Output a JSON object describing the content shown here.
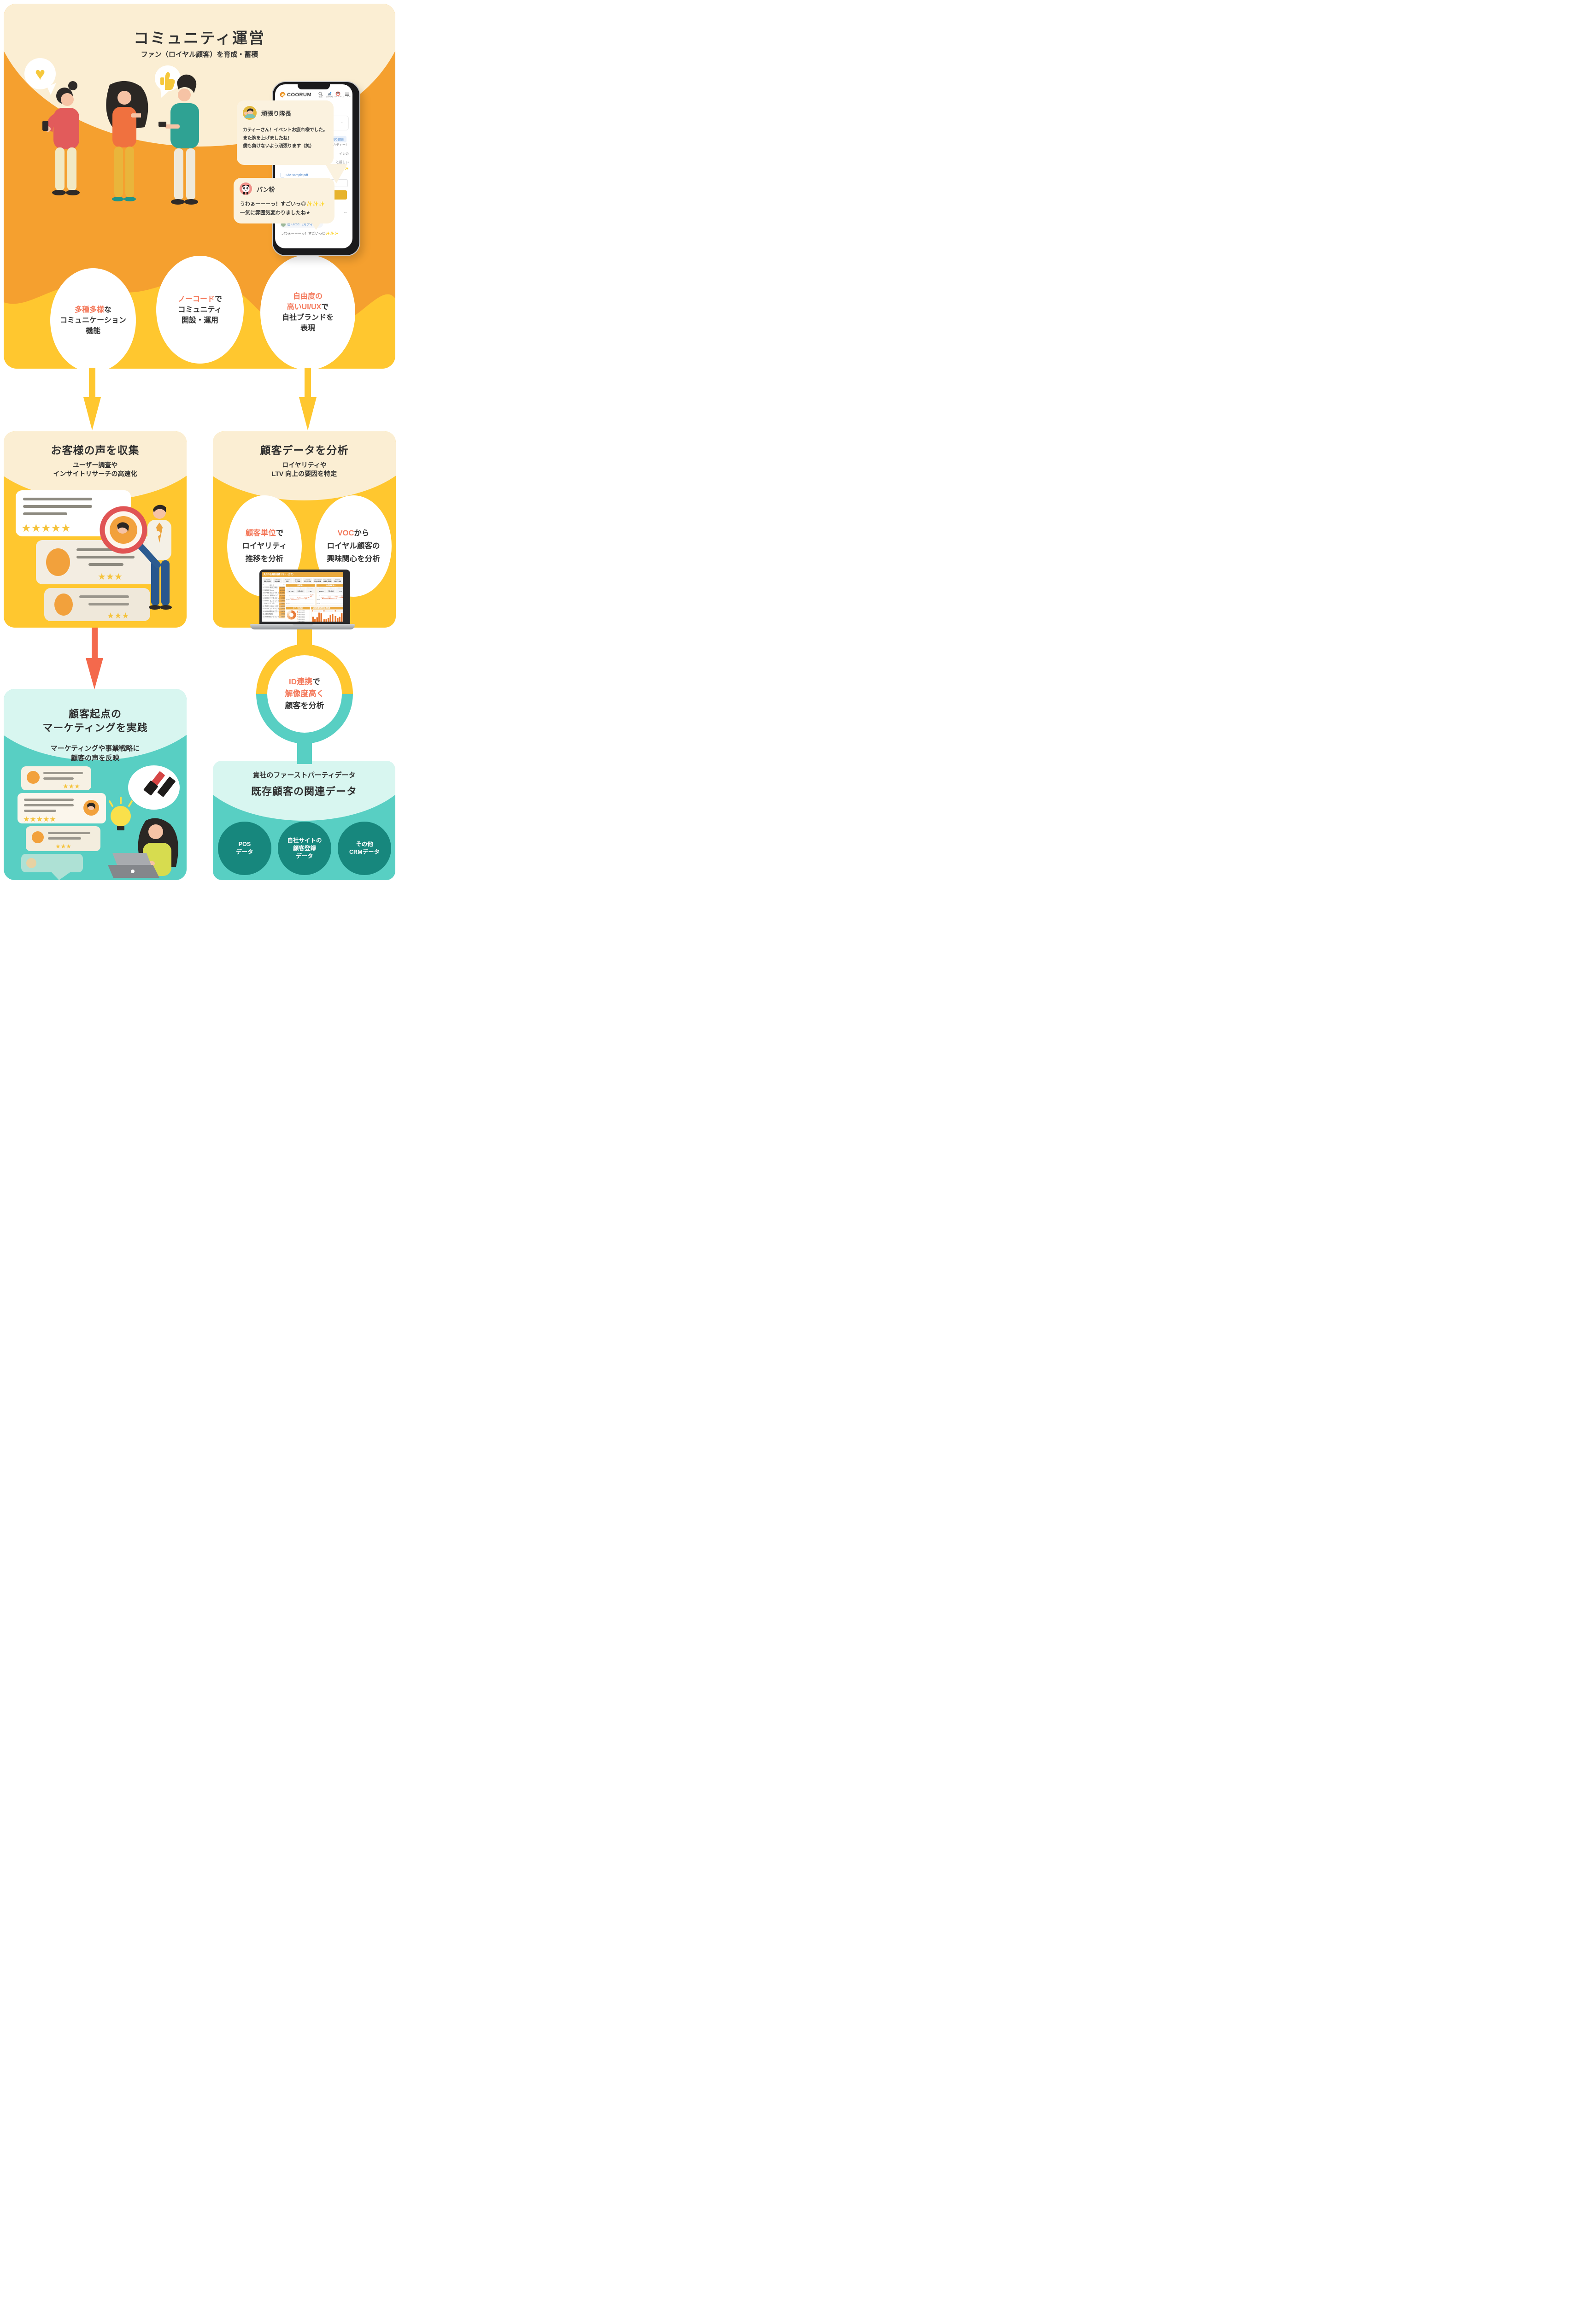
{
  "colors": {
    "orange": "#F5A02F",
    "yellow": "#FFC72F",
    "cream": "#FBEED3",
    "bubble_cream": "#FBF2DF",
    "accent": "#F4795B",
    "teal": "#58CFC3",
    "mint": "#D8F6F0",
    "dark_teal": "#17877D",
    "red_arrow": "#F4694C",
    "dark_text": "#2F2F2F",
    "star": "#F5C33C",
    "dash_orange": "#E9A93E",
    "bar_orange": "#E8772F"
  },
  "top": {
    "title": "コミュニティ運営",
    "subtitle": "ファン（ロイヤル顧客）を育成・蓄積",
    "phone": {
      "logo": "COORUM",
      "nav": [
        {
          "label": "検索"
        },
        {
          "label": "お知らせ"
        },
        {
          "label": "マイページ"
        },
        {
          "label": "メニュー"
        }
      ],
      "replies_count": "3件の返信",
      "replies_sort": "(新着順)",
      "post_author": "Katee（カティー）",
      "more": "…",
      "tag_fragment": "頑張り隊長",
      "fragments": [
        "（カティー）",
        "インの",
        "と嬉しい",
        "です✨✨✨"
      ],
      "file_name": "Site-sample.pdf",
      "like_label": "いいね",
      "mention": "@Katee（カティー）",
      "bottom_text": "うわぁーーーっ！すごいっ😍✨✨✨"
    },
    "bubbles": [
      {
        "name": "頑張り隊長",
        "lines": [
          "カティーさん！イベントお疲れ様でした。",
          "また腕を上げましたね！",
          "僕も負けないよう頑張ります（笑）"
        ]
      },
      {
        "name": "パン粉",
        "lines": [
          "うわぁーーーっ！すごいっ😍✨✨✨",
          "一気に雰囲気変わりましたね★"
        ]
      }
    ],
    "features": [
      {
        "em": "多種多様",
        "plain": "な",
        "line2": "コミュニケーション",
        "line3": "機能"
      },
      {
        "em": "ノーコード",
        "plain": "で",
        "line2": "コミュニティ",
        "line3": "開設・運用"
      },
      {
        "em": "自由度の",
        "em2": "高いUI/UX",
        "plain2": "で",
        "line3": "自社ブランドを",
        "line4": "表現"
      }
    ]
  },
  "collect": {
    "title": "お客様の声を収集",
    "sub1": "ユーザー調査や",
    "sub2": "インサイトリサーチの高速化"
  },
  "analyze": {
    "title": "顧客データを分析",
    "sub1": "ロイヤリティや",
    "sub2": "LTV 向上の要因を特定",
    "circleA": {
      "em": "顧客単位",
      "plain": "で",
      "line2": "ロイヤリティ",
      "line3": "推移を分析"
    },
    "circleB": {
      "em": "VOC",
      "plain": "から",
      "line2": "ロイヤル顧客の",
      "line3": "興味関心を分析"
    }
  },
  "id_circle": {
    "em1": "ID連携",
    "plain1": "で",
    "em2": "解像度高く",
    "line3": "顧客を分析"
  },
  "practice": {
    "title1": "顧客起点の",
    "title2": "マーケティングを実践",
    "sub1": "マーケティングや事業戦略に",
    "sub2": "顧客の声を反映"
  },
  "firstparty": {
    "label": "貴社のファーストパーティデータ",
    "title": "既存顧客の関連データ",
    "items": [
      {
        "lines": [
          "POS",
          "データ"
        ]
      },
      {
        "lines": [
          "自社サイトの",
          "顧客登録",
          "データ"
        ]
      },
      {
        "lines": [
          "その他",
          "CRMデータ"
        ]
      }
    ]
  },
  "dashboard": {
    "header": "先月の会員別指標サマリ（月次）",
    "stats": [
      {
        "label": "合計会員数",
        "value": "50,362"
      },
      {
        "label": "新規会員数",
        "value": "5,693"
      },
      {
        "label": "退会者数",
        "value": "92"
      },
      {
        "label": "総投稿数",
        "value": "7,785"
      },
      {
        "label": "コメント数",
        "value": "22,325"
      },
      {
        "label": "コメント返信数",
        "value": "26,483"
      },
      {
        "label": "総いいね獲得数",
        "value": "632,248"
      },
      {
        "label": "総検索数",
        "value": "16,153"
      }
    ],
    "table": {
      "headers": [
        "id",
        "表示名",
        "総アクション数"
      ],
      "rows": [
        [
          "77777",
          "頑張り隊長",
          "11,042"
        ],
        [
          "12061",
          "Momo",
          "10,968"
        ],
        [
          "87465",
          "ひまコウモリ",
          "10,231"
        ],
        [
          "36533",
          "3秒前のぶり",
          "10,003"
        ],
        [
          "11025",
          "ビジネスマン君",
          "9,983"
        ],
        [
          "88963",
          "ちょっとメガネ",
          "8,995"
        ],
        [
          "80456",
          "パン粉",
          "8,931"
        ],
        [
          "45967",
          "Katee（カティー）",
          "8,904"
        ],
        [
          "11234",
          "ブルーベリィ。",
          "8,012"
        ],
        [
          "69548",
          "電気消さない",
          "8,578"
        ],
        [
          "36214",
          "猫殿",
          "7,998"
        ],
        [
          "60695",
          "ロングロング明",
          "4,327"
        ],
        [
          "47106",
          "シナトラ",
          "4,316"
        ],
        [
          "55543",
          "Sunさん",
          "4,271"
        ],
        [
          "38386",
          "ミーハーの極み",
          "4,224"
        ],
        [
          "54231",
          "ハンド",
          "4,203"
        ],
        [
          "86861",
          "はるうらら",
          "4,005"
        ],
        [
          "10415",
          "TOKAI（東海）",
          "3,995"
        ],
        [
          "50684",
          "ゲーマニ",
          "3,888"
        ],
        [
          "63021",
          "親の七光りマコ",
          "3,824"
        ],
        [
          "36512",
          "酔い止め薬",
          "3,766"
        ],
        [
          "97310",
          "rinko",
          "3,643"
        ],
        [
          "25891",
          "あまこ",
          "3,521"
        ],
        [
          "96334",
          "めつさん",
          "3,435"
        ]
      ]
    },
    "panels": {
      "direct": {
        "title": "直接流入",
        "stats": [
          {
            "label": "セッション",
            "value": "56,240"
          },
          {
            "label": "PV",
            "value": "160,892"
          },
          {
            "label": "PV/セッション",
            "value": "2.86"
          }
        ],
        "points": [
          30010,
          34295,
          35892,
          56240
        ],
        "labels": [
          "30,010",
          "34,295",
          "35,892",
          "56,240"
        ],
        "yticks": [
          "60,000",
          "30,000",
          "0"
        ]
      },
      "organic": {
        "title": "自然検索流入",
        "stats": [
          {
            "label": "セッション",
            "value": "45,832"
          },
          {
            "label": "PV",
            "value": "50,814"
          },
          {
            "label": "PV/セッション",
            "value": "1.11"
          }
        ],
        "points": [
          37910,
          38580,
          40893,
          45832
        ],
        "labels": [
          "37,910",
          "38,580",
          "40,893",
          "45,832"
        ],
        "yticks": [
          "60,000",
          "30,000",
          "0"
        ]
      },
      "device": {
        "title": "デバイス割合",
        "legend": [
          "sample 01",
          "sample 02",
          "sample 03",
          "sample 04",
          "sample 05",
          "sample 06",
          "sample 07",
          "etc"
        ],
        "legend_colors": [
          "#E87B3B",
          "#EE9455",
          "#F2A96F",
          "#F5BC8B",
          "#F8CEA8",
          "#FADDC2",
          "#FCE9D6",
          "#F3E4D2"
        ]
      },
      "posts": {
        "title": "投稿関連指標会員数推移",
        "groups": [
          [
            16,
            10,
            15,
            28,
            26
          ],
          [
            9,
            10,
            13,
            22,
            24
          ],
          [
            18,
            13,
            16,
            26,
            29
          ]
        ]
      }
    }
  },
  "chart_data": [
    {
      "type": "line",
      "title": "直接流入",
      "x": [
        1,
        2,
        3,
        4
      ],
      "values": [
        30010,
        34295,
        35892,
        56240
      ],
      "ylim": [
        0,
        60000
      ],
      "ylabel": "セッション",
      "grid": true
    },
    {
      "type": "line",
      "title": "自然検索流入",
      "x": [
        1,
        2,
        3,
        4
      ],
      "values": [
        37910,
        38580,
        40893,
        45832
      ],
      "ylim": [
        0,
        60000
      ],
      "ylabel": "セッション",
      "grid": true
    },
    {
      "type": "pie",
      "title": "デバイス割合",
      "categories": [
        "sample 01",
        "sample 02",
        "sample 03",
        "sample 04",
        "sample 05",
        "sample 06",
        "sample 07",
        "etc"
      ],
      "values": [
        40,
        13,
        10,
        8,
        8,
        7,
        6,
        8
      ]
    },
    {
      "type": "bar",
      "title": "投稿関連指標会員数推移",
      "series": [
        {
          "name": "group1",
          "values": [
            16,
            10,
            15,
            28,
            26
          ]
        },
        {
          "name": "group2",
          "values": [
            9,
            10,
            13,
            22,
            24
          ]
        },
        {
          "name": "group3",
          "values": [
            18,
            13,
            16,
            26,
            29
          ]
        }
      ],
      "ylim": [
        0,
        30
      ]
    }
  ]
}
